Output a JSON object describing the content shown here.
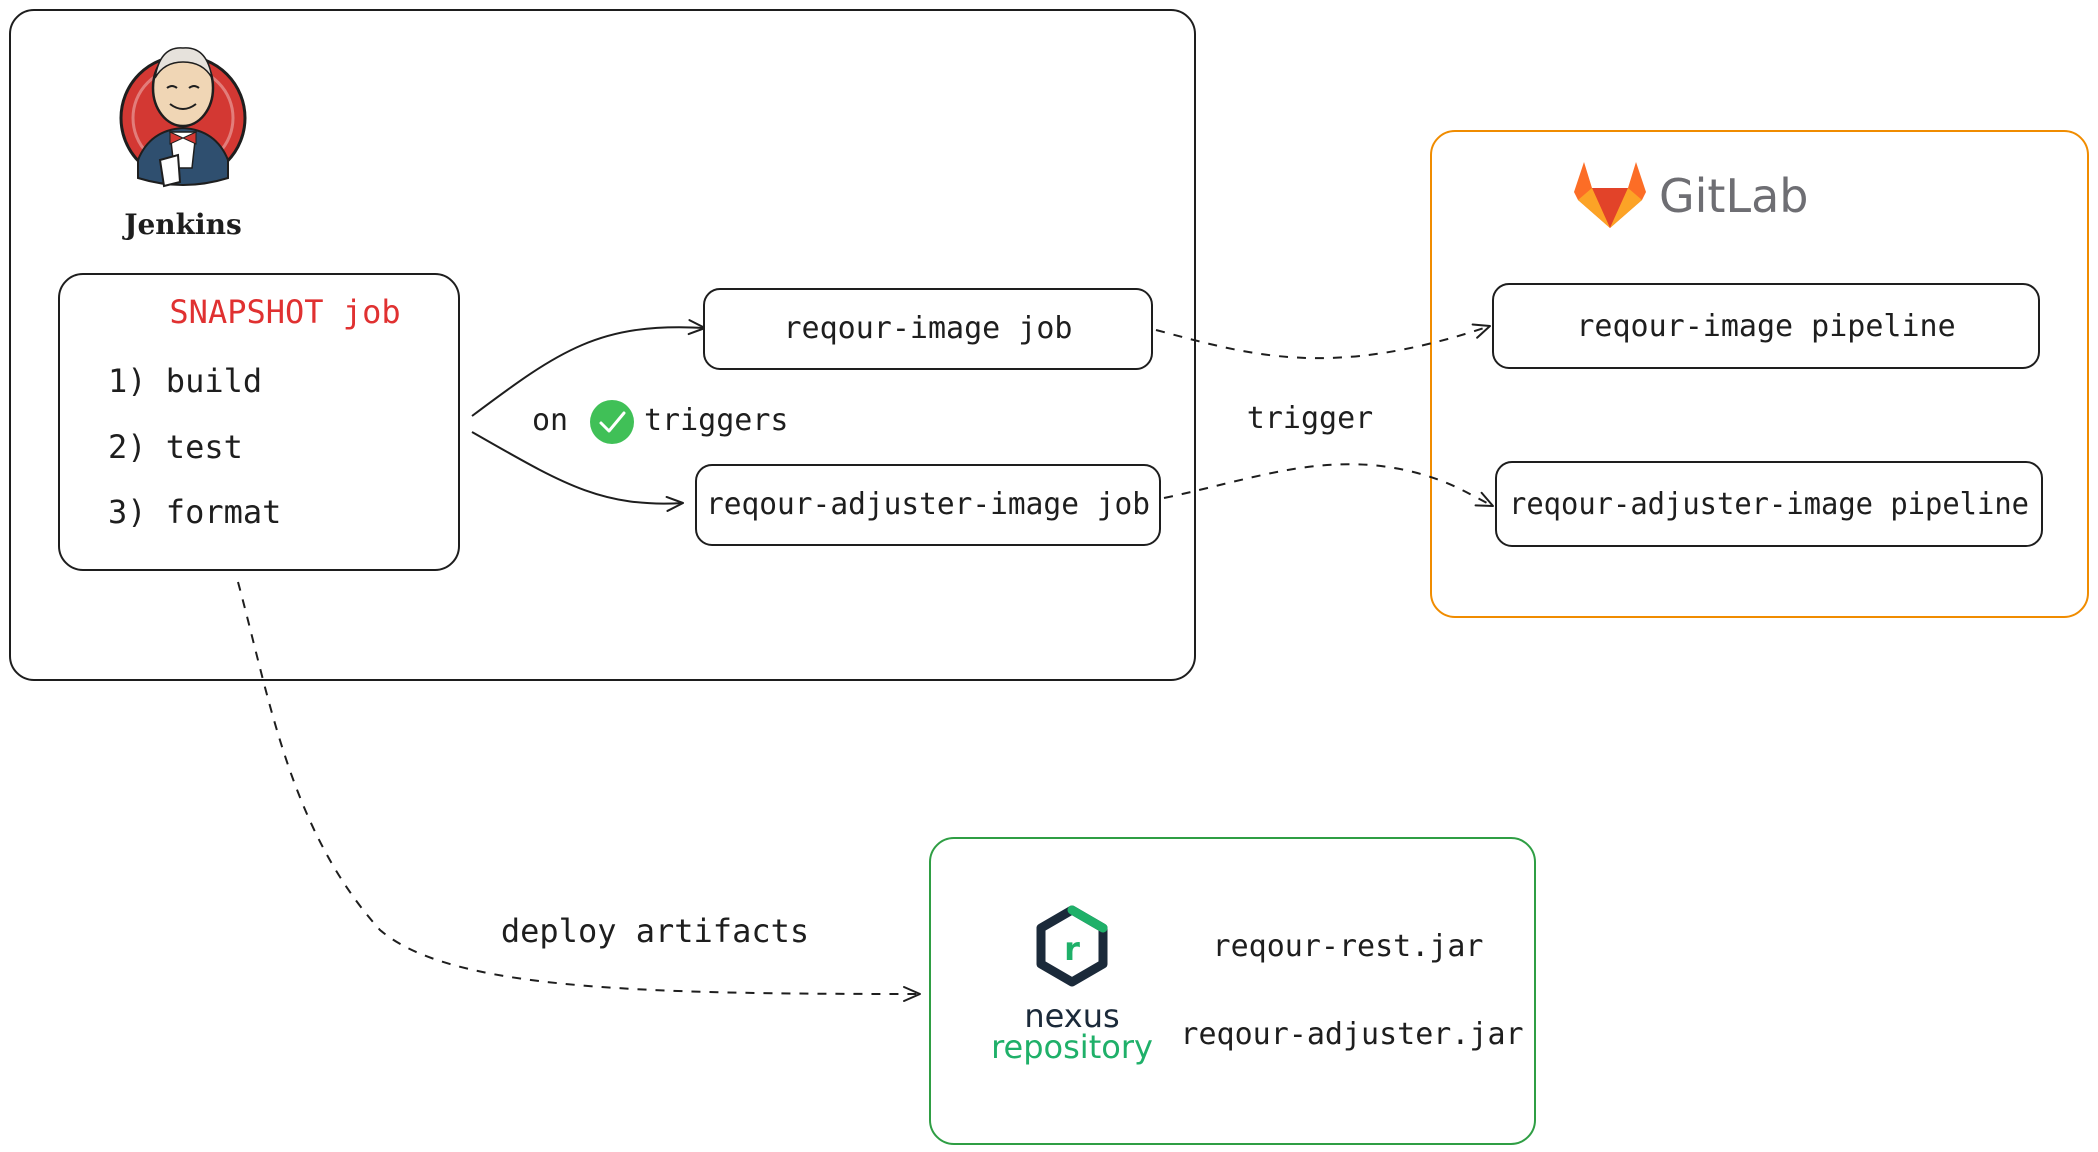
{
  "jenkins": {
    "logo_label": "Jenkins",
    "snapshot": {
      "title": "SNAPSHOT job",
      "steps": [
        "1) build",
        "2) test",
        "3) format"
      ]
    },
    "jobs": [
      "reqour-image job",
      "reqour-adjuster-image job"
    ],
    "trigger_prefix": "on",
    "trigger_suffix": "triggers"
  },
  "gitlab": {
    "logo_label": "GitLab",
    "pipelines": [
      "reqour-image pipeline",
      "reqour-adjuster-image pipeline"
    ]
  },
  "trigger_label": "trigger",
  "deploy_label": "deploy artifacts",
  "nexus": {
    "logo_word_1": "nexus",
    "logo_word_2": "repository",
    "logo_letter": "r",
    "artifacts": [
      "reqour-rest.jar",
      "reqour-adjuster.jar"
    ]
  },
  "colors": {
    "stroke": "#1e1e1e",
    "snapshot_title": "#e03131",
    "gitlab_border": "#f08c00",
    "nexus_border": "#2f9e44",
    "success_check": "#40c057",
    "nexus_green": "#1fb069",
    "nexus_dark": "#1b2a3a"
  },
  "icons": {
    "jenkins_logo": "jenkins-butler-icon",
    "gitlab_logo": "gitlab-fox-icon",
    "nexus_logo": "nexus-hexagon-icon",
    "success": "check-circle-icon"
  }
}
